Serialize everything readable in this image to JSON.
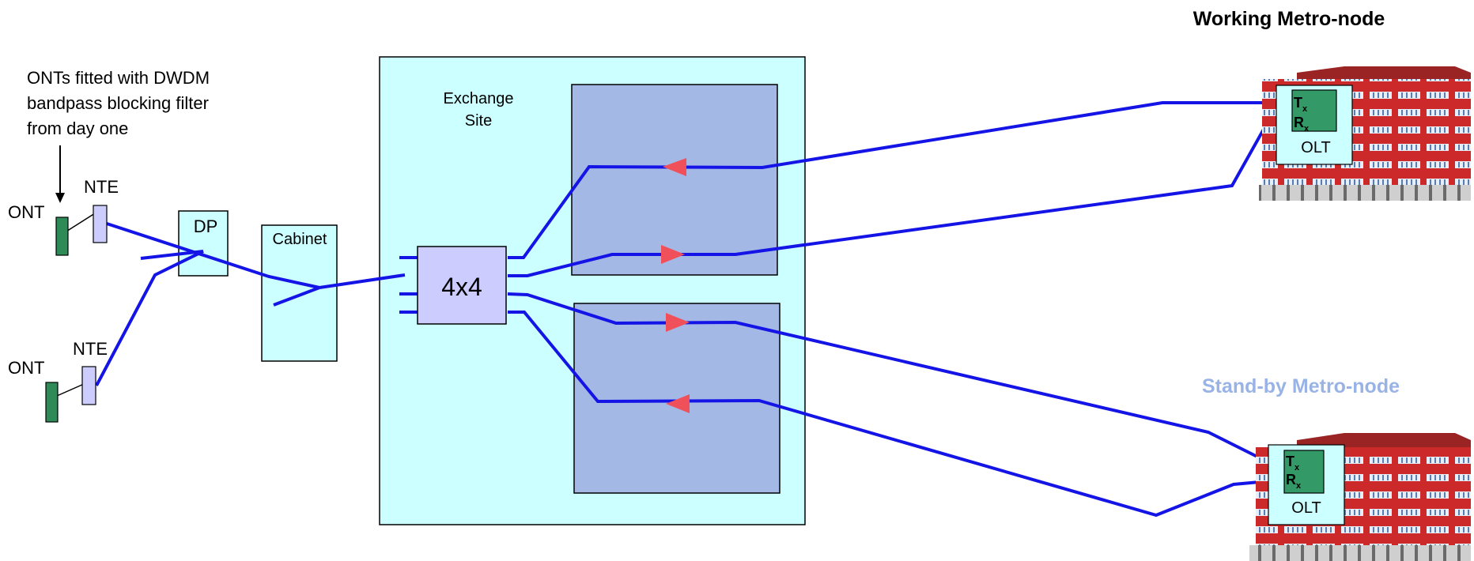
{
  "title_working": "Working Metro-node",
  "title_standby": "Stand-by Metro-node",
  "note_lines": [
    "ONTs fitted with DWDM",
    "bandpass blocking filter",
    "from day one"
  ],
  "ont_label_1": "ONT",
  "ont_label_2": "ONT",
  "nte_label_1": "NTE",
  "nte_label_2": "NTE",
  "dp_label": "DP",
  "cabinet_label": "Cabinet",
  "exchange_label_lines": [
    "Exchange",
    "Site"
  ],
  "splitter_label": "4x4",
  "olt_working": {
    "tx": "T",
    "tx_sub": "x",
    "rx": "R",
    "rx_sub": "x",
    "label": "OLT"
  },
  "olt_standby": {
    "tx": "T",
    "tx_sub": "x",
    "rx": "R",
    "rx_sub": "x",
    "label": "OLT"
  },
  "colors": {
    "fiber": "#1414e6",
    "arrow": "#f0505a",
    "exchange_fill": "#ccffff",
    "card_fill": "#a4b8e6",
    "ont_fill": "#2e8b57",
    "nte_fill": "#ccccff",
    "splitter_fill": "#ccccff",
    "olt_fill": "#ccffff",
    "txrx_fill": "#339966",
    "building": "#cc2a2a",
    "standby_title": "#99b3e6"
  }
}
